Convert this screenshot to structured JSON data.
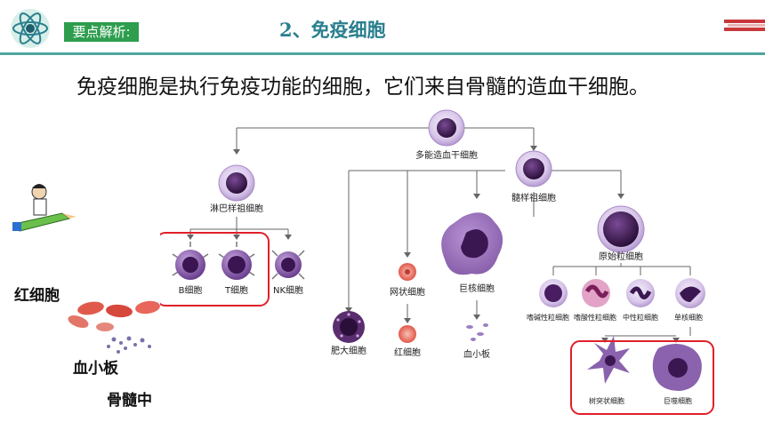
{
  "header": {
    "badge": "要点解析:",
    "title": "2、免疫细胞"
  },
  "subtitle": "免疫细胞是执行免疫功能的细胞，它们来自骨髓的造血干细胞。",
  "diagram": {
    "nodes": {
      "hsc": "多能造血干细胞",
      "lymphoid": "淋巴样祖细胞",
      "myeloid": "髓样祖细胞",
      "b": "B细胞",
      "t": "T细胞",
      "nk": "NK细胞",
      "reticulocyte": "网状细胞",
      "megakaryocyte": "巨核细胞",
      "myeloblast": "原始粒细胞",
      "mast": "肥大细胞",
      "rbc": "红细胞",
      "platelet": "血小板",
      "basophil": "嗜碱性粒细胞",
      "eosinophil": "嗜酸性粒细胞",
      "neutrophil": "中性粒细胞",
      "monocyte": "单核细胞",
      "dendritic": "树突状细胞",
      "macrophage": "巨噬细胞"
    }
  },
  "side_panel": {
    "labels": [
      "红细胞",
      "血小板",
      "骨髓中"
    ]
  },
  "colors": {
    "accent": "#2a7f8e",
    "badge": "#2e9e4e",
    "highlight_box": "#e0202a",
    "cell_purple": "#5a2d6e"
  }
}
